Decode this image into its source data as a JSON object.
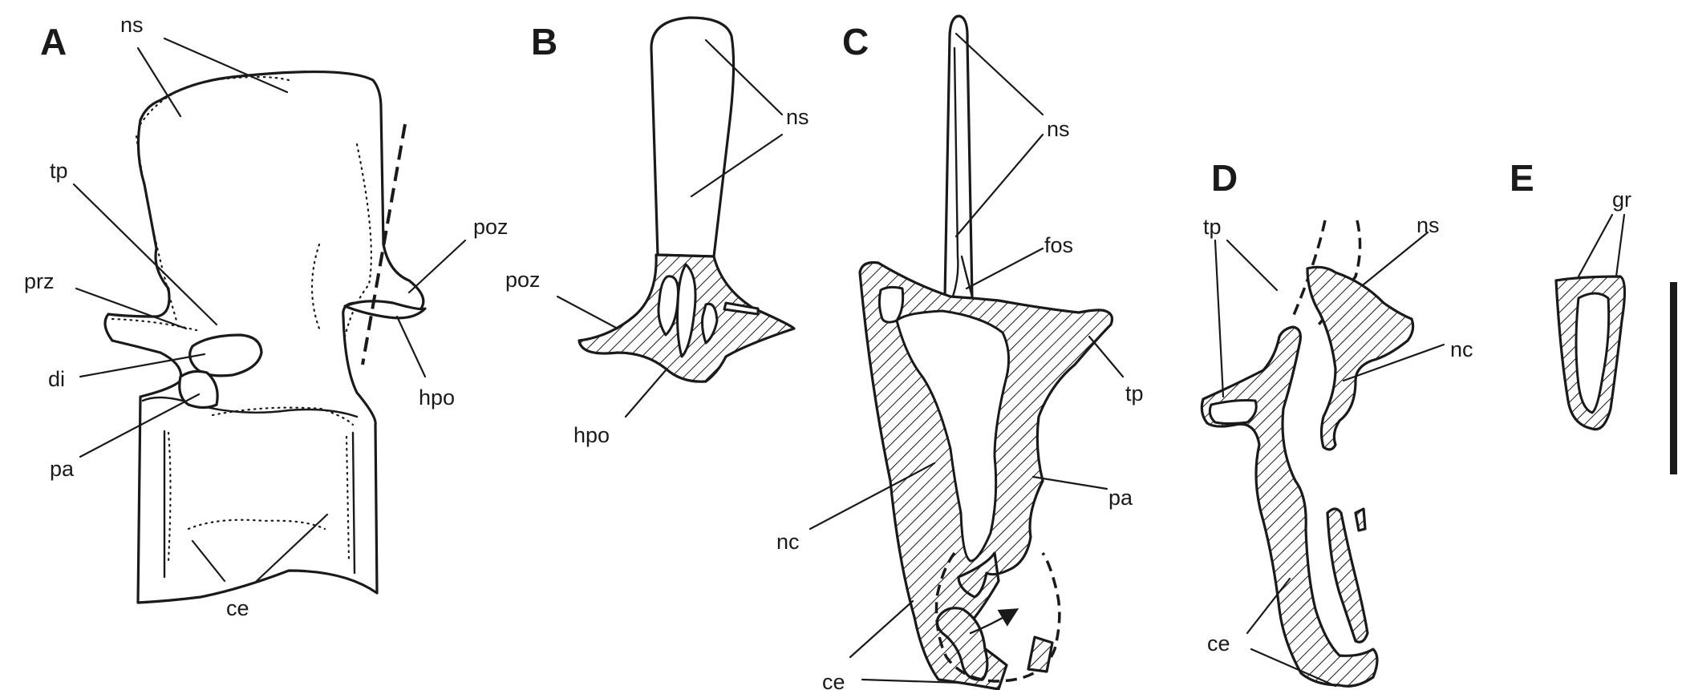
{
  "panels": {
    "a": {
      "letter": "A",
      "labels": {
        "ns": "ns",
        "tp": "tp",
        "prz": "prz",
        "di": "di",
        "pa": "pa",
        "poz": "poz",
        "hpo": "hpo",
        "ce": "ce"
      }
    },
    "b": {
      "letter": "B",
      "labels": {
        "ns": "ns",
        "poz": "poz",
        "hpo": "hpo"
      }
    },
    "c": {
      "letter": "C",
      "labels": {
        "ns": "ns",
        "fos": "fos",
        "tp": "tp",
        "pa": "pa",
        "nc": "nc",
        "ce": "ce"
      }
    },
    "d": {
      "letter": "D",
      "labels": {
        "ns": "ns",
        "tp": "tp",
        "nc": "nc",
        "ce": "ce"
      }
    },
    "e": {
      "letter": "E",
      "labels": {
        "gr": "gr"
      }
    }
  },
  "colors": {
    "ink": "#1a1a1a",
    "paper": "#ffffff"
  }
}
